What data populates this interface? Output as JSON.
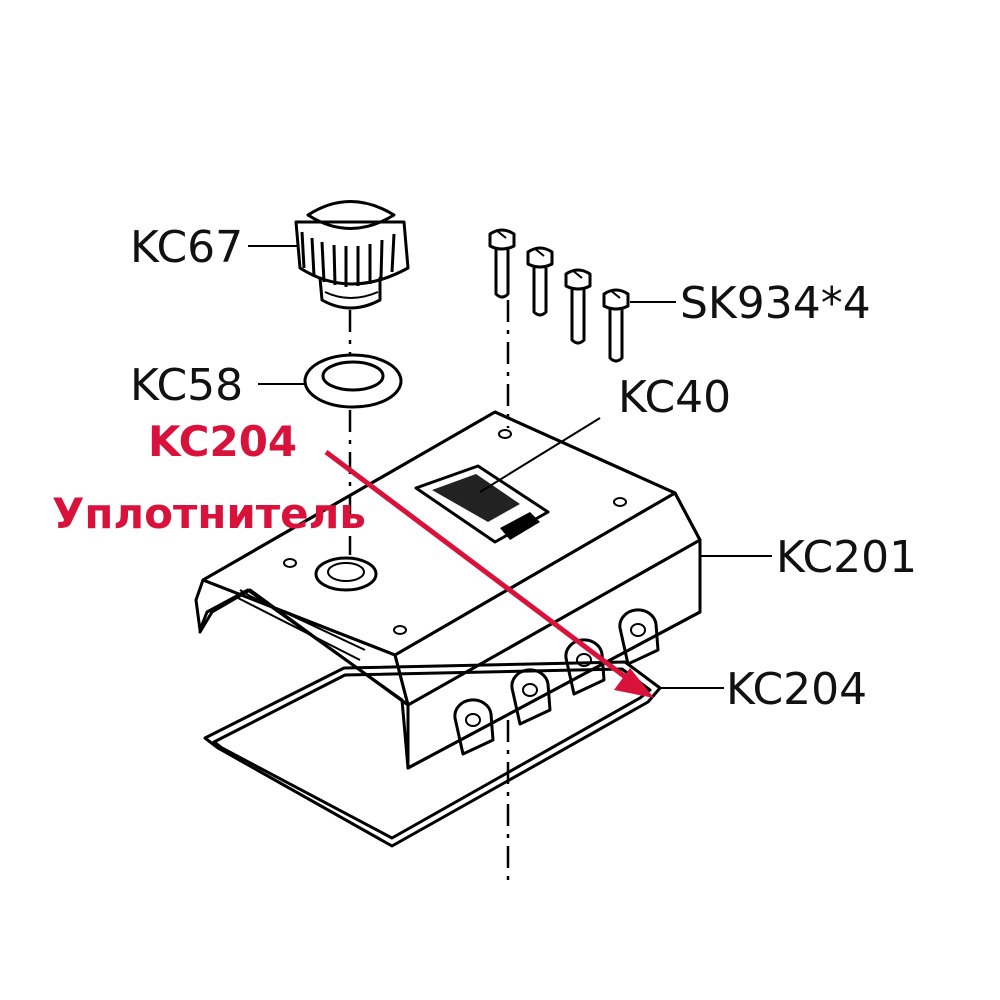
{
  "callouts": {
    "kc67": "KC67",
    "kc58": "KC58",
    "sk934": "SK934*4",
    "kc40": "KC40",
    "kc201": "KC201",
    "kc204": "KC204"
  },
  "annotation": {
    "part_code": "KC204",
    "part_name": "Уплотнитель",
    "color": "#d8123b"
  }
}
